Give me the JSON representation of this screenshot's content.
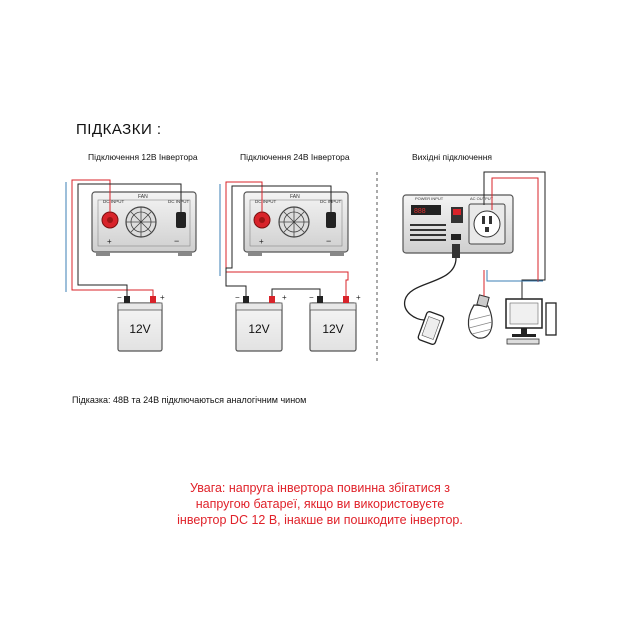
{
  "heading": "ПІДКАЗКИ :",
  "captions": {
    "c12": "Підключення 12В Інвертора",
    "c24": "Підключення 24В Інвертора",
    "out": "Вихідні підключення"
  },
  "panel": {
    "dc_input": "DC INPUT",
    "fan": "FAN",
    "plus": "+",
    "minus": "−",
    "ac_output": "AC OUTPUT",
    "power_input": "POWER INPUT"
  },
  "battery": {
    "label": "12V"
  },
  "note": "Підказка: 48В та 24В підключаються аналогічним чином",
  "warning": {
    "line1": "Увага: напруга інвертора повинна збігатися з",
    "line2": "напругою батареї, якщо ви використовуєте",
    "line3": "інвертор DC 12 В, інакше ви пошкодите інвертор."
  },
  "colors": {
    "wire_red": "#d8232a",
    "wire_dark": "#222222",
    "wire_blue": "#3b7fb6",
    "warning": "#e0222a"
  }
}
